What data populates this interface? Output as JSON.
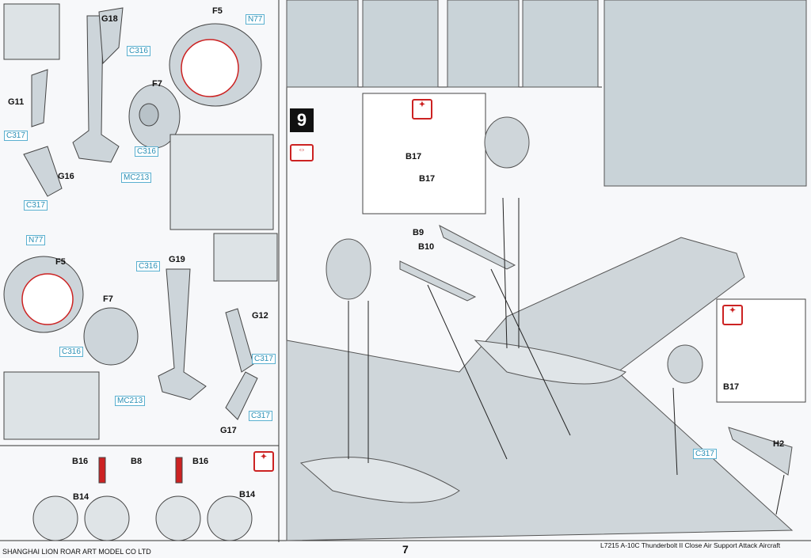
{
  "left_upper": {
    "labels": [
      "G18",
      "F5",
      "F7",
      "G11",
      "G16"
    ],
    "parts": [
      "N77",
      "C316",
      "C317",
      "C316",
      "MC213",
      "C317"
    ]
  },
  "left_middle": {
    "labels": [
      "F5",
      "F7",
      "G19",
      "G12",
      "G17"
    ],
    "parts": [
      "N77",
      "C316",
      "C316",
      "C317",
      "MC213",
      "C317"
    ]
  },
  "left_bottom": {
    "labels": [
      "B16",
      "B8",
      "B14",
      "B16",
      "B14"
    ]
  },
  "right": {
    "step_number": "9",
    "labels": [
      "B17",
      "B17",
      "B9",
      "B10",
      "B17",
      "H2"
    ],
    "parts": [
      "C317"
    ]
  },
  "footer": {
    "company": "SHANGHAI LION ROAR ART MODEL CO LTD",
    "page_number": "7",
    "product": "L7215 A-10C Thunderbolt II Close Air Support Attack Aircraft"
  },
  "colors": {
    "part_code": "#2a8fb5",
    "highlight": "#cc2222"
  }
}
